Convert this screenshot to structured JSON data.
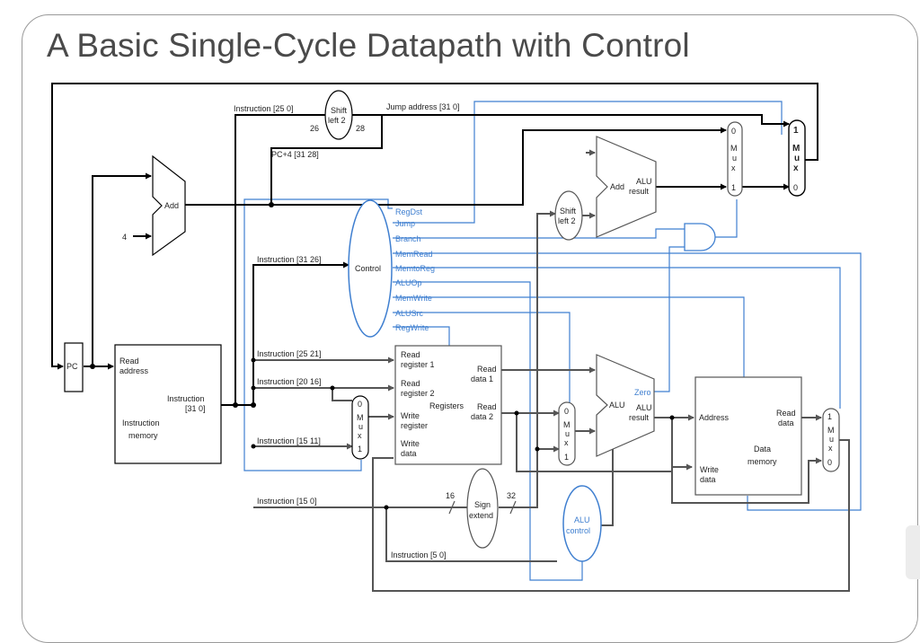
{
  "title": "A Basic Single-Cycle Datapath with Control",
  "labels": {
    "pc": "PC",
    "add": "Add",
    "four": "4",
    "read_address_1": "Read",
    "read_address_2": "address",
    "instruction": "Instruction",
    "instruction_bits": "[31  0]",
    "instruction_memory_1": "Instruction",
    "instruction_memory_2": "memory",
    "instr_25_0": "Instruction [25  0]",
    "num_26": "26",
    "num_28": "28",
    "shift_left_2_a": "Shift",
    "shift_left_2_b": "left 2",
    "jump_address": "Jump address [31  0]",
    "pc4": "PC+4 [31  28]",
    "instr_31_26": "Instruction [31  26]",
    "control": "Control",
    "instr_25_21": "Instruction [25  21]",
    "instr_20_16": "Instruction [20  16]",
    "instr_15_11": "Instruction [15  11]",
    "instr_15_0": "Instruction [15  0]",
    "instr_5_0": "Instruction [5  0]",
    "read_register_1a": "Read",
    "read_register_1b": "register 1",
    "read_register_2a": "Read",
    "read_register_2b": "register 2",
    "write_register_a": "Write",
    "write_register_b": "register",
    "write_data_a": "Write",
    "write_data_b": "data",
    "registers": "Registers",
    "read_data_1a": "Read",
    "read_data_1b": "data 1",
    "read_data_2a": "Read",
    "read_data_2b": "data 2",
    "num_16": "16",
    "num_32": "32",
    "sign_extend_a": "Sign",
    "sign_extend_b": "extend",
    "alu": "ALU",
    "alu_result_a": "ALU",
    "alu_result_b": "result",
    "zero": "Zero",
    "alu_control_a": "ALU",
    "alu_control_b": "control",
    "address": "Address",
    "read_data_a": "Read",
    "read_data_b": "data",
    "data_memory_a": "Data",
    "data_memory_b": "memory",
    "dm_write_data_a": "Write",
    "dm_write_data_b": "data",
    "add_alu_result_a": "ALU",
    "add_alu_result_b": "result",
    "mux_letters": [
      "M",
      "u",
      "x"
    ],
    "mux_zero": "0",
    "mux_one": "1"
  },
  "control_signals": [
    "RegDst",
    "Jump",
    "Branch",
    "MemRead",
    "MemtoReg",
    "ALUOp",
    "MemWrite",
    "ALUSrc",
    "RegWrite"
  ],
  "colors": {
    "control": "#3f7fd0",
    "datapath": "#000000",
    "wire_gray": "#555555"
  }
}
